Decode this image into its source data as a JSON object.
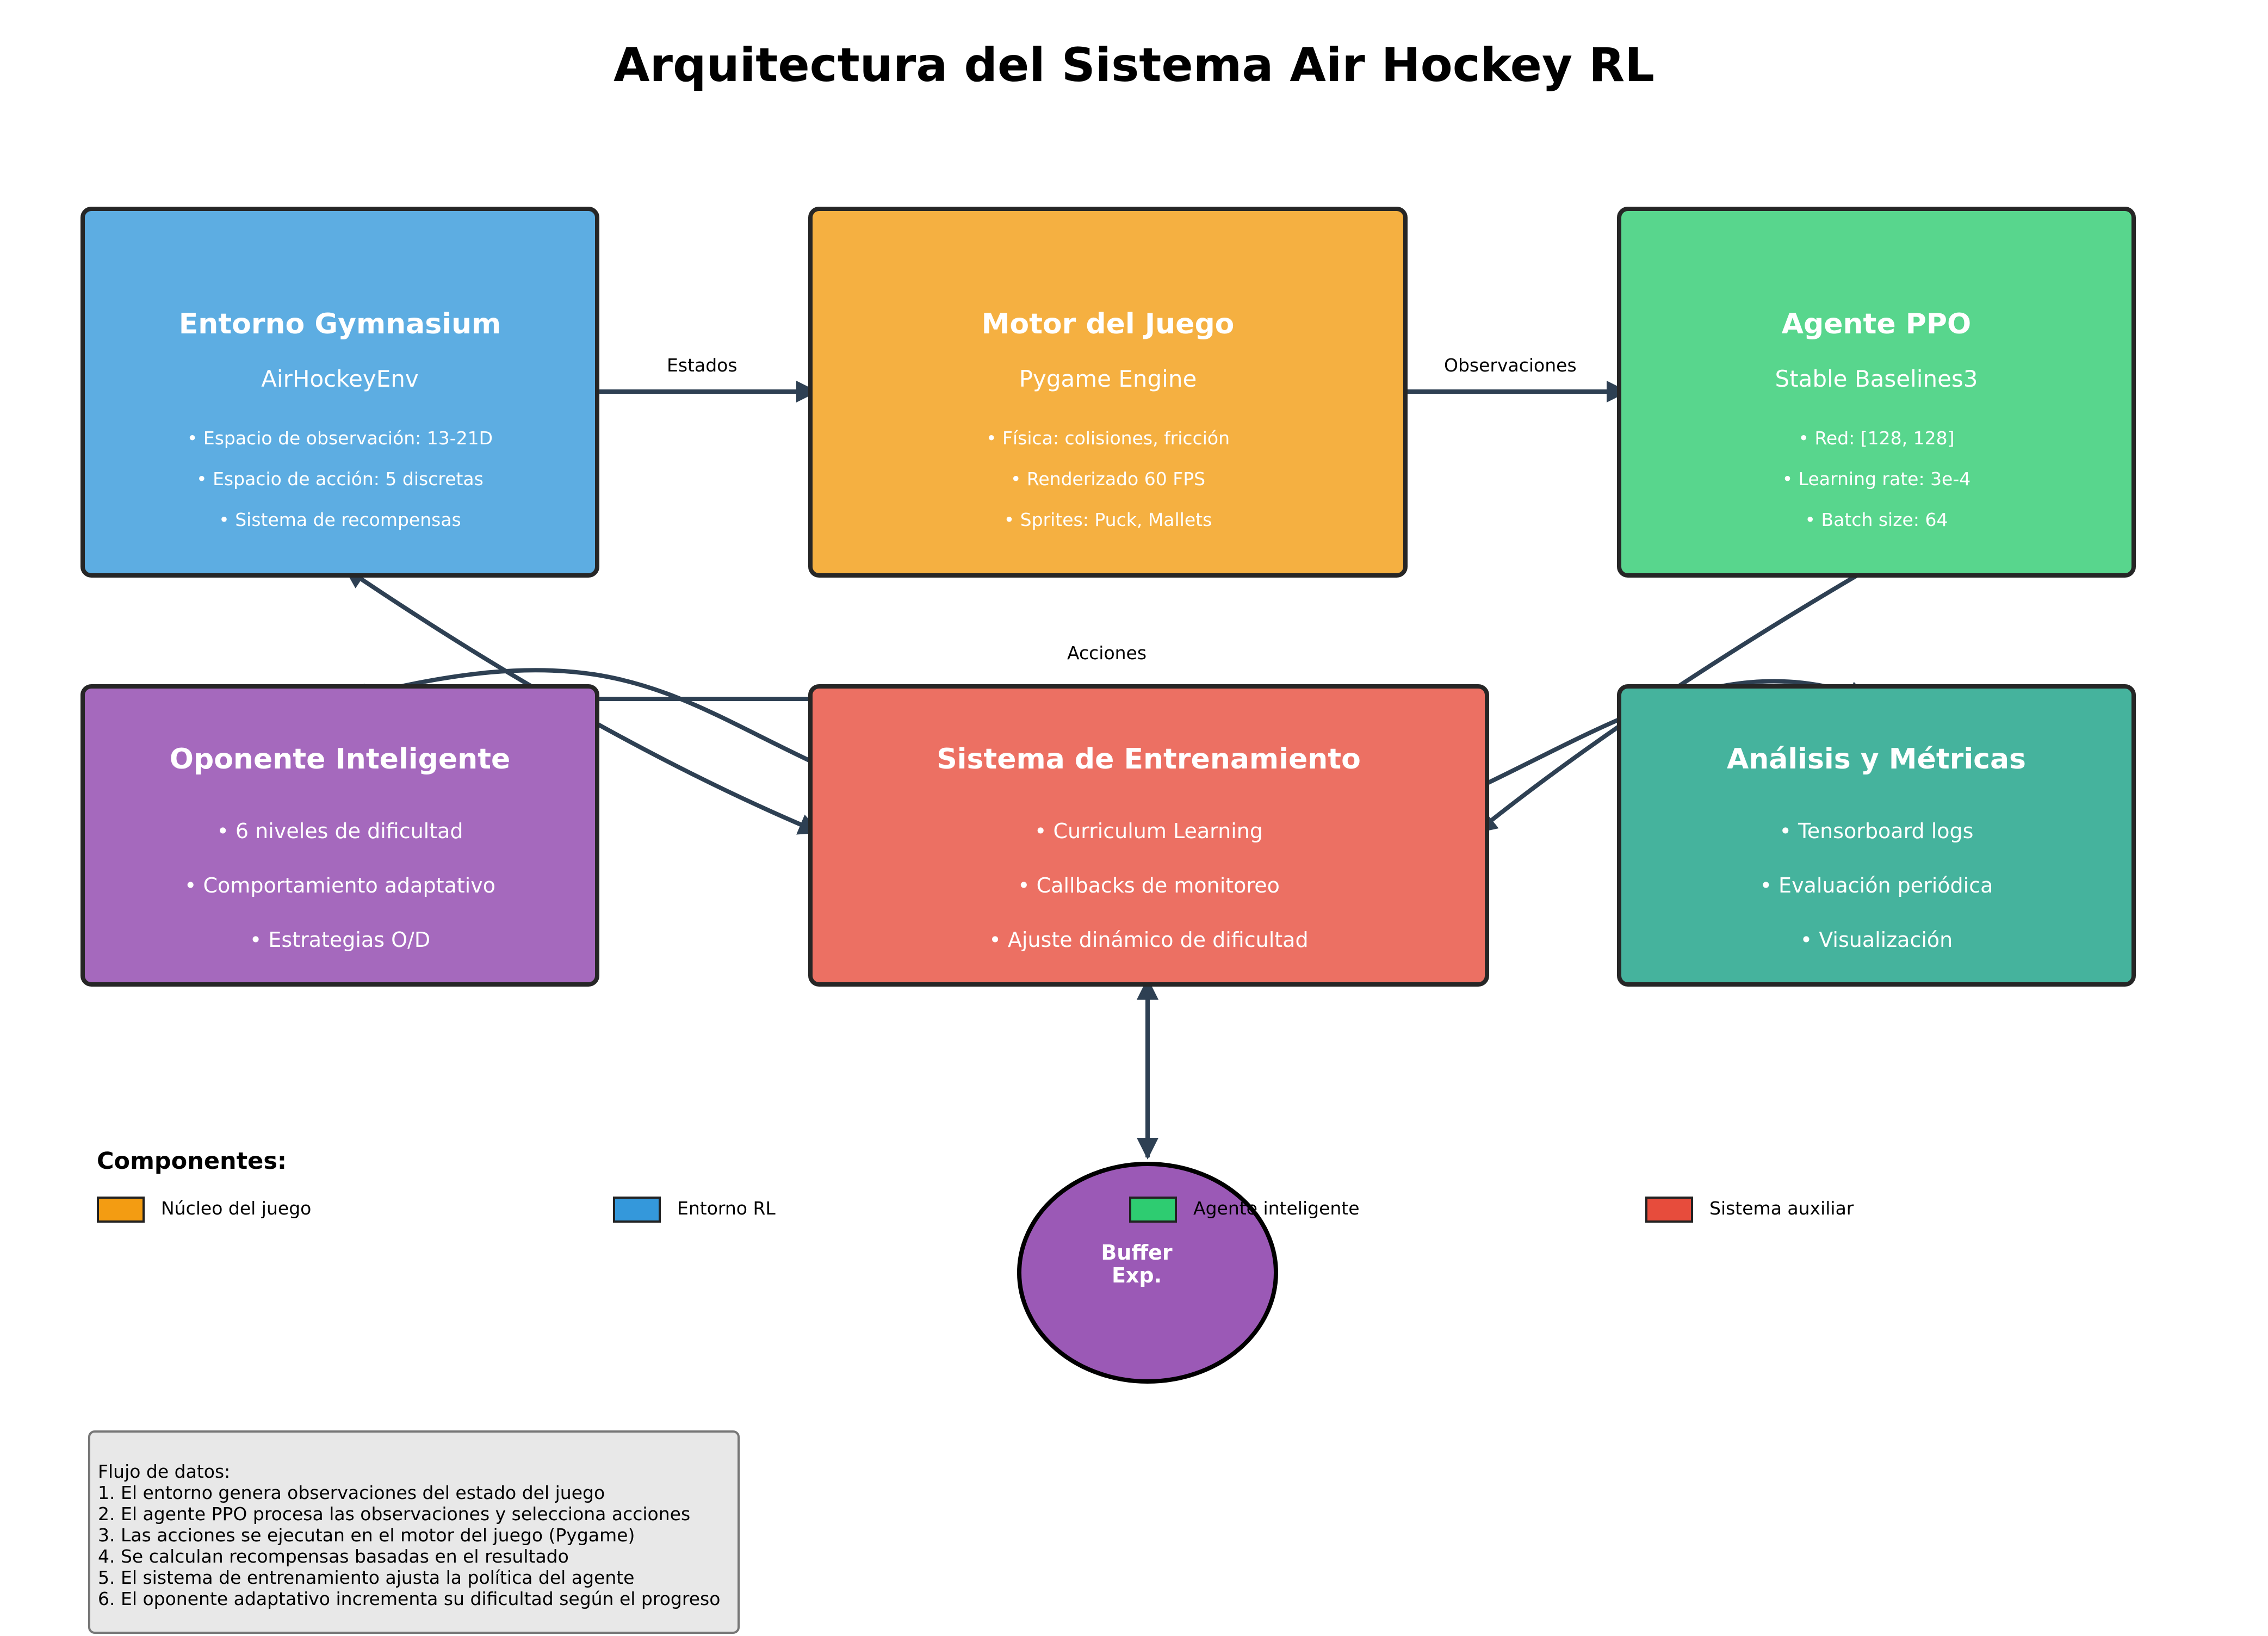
{
  "title": "Arquitectura del Sistema Air Hockey RL",
  "boxes": {
    "gym": {
      "title": "Entorno Gymnasium",
      "subtitle": "AirHockeyEnv",
      "items": [
        "• Espacio de observación: 13-21D",
        "• Espacio de acción: 5 discretas",
        "• Sistema de recompensas"
      ],
      "color": "#5DADE2"
    },
    "motor": {
      "title": "Motor del Juego",
      "subtitle": "Pygame Engine",
      "items": [
        "• Física: colisiones, fricción",
        "• Renderizado 60 FPS",
        "• Sprites: Puck, Mallets"
      ],
      "color": "#F5B041"
    },
    "ppo": {
      "title": "Agente PPO",
      "subtitle": "Stable Baselines3",
      "items": [
        "• Red: [128, 128]",
        "• Learning rate: 3e-4",
        "• Batch size: 64"
      ],
      "color": "#58D68D"
    },
    "oponente": {
      "title": "Oponente Inteligente",
      "items": [
        "• 6 niveles de dificultad",
        "• Comportamiento adaptativo",
        "• Estrategias O/D"
      ],
      "color": "#A569BD"
    },
    "entrenamiento": {
      "title": "Sistema de Entrenamiento",
      "items": [
        "• Curriculum Learning",
        "• Callbacks de monitoreo",
        "• Ajuste dinámico de dificultad"
      ],
      "color": "#EC7063"
    },
    "analisis": {
      "title": "Análisis y Métricas",
      "items": [
        "• Tensorboard logs",
        "• Evaluación periódica",
        "• Visualización"
      ],
      "color": "#45B39D"
    }
  },
  "edges": {
    "estados": "Estados",
    "observaciones": "Observaciones",
    "acciones": "Acciones",
    "color": "#2E4053"
  },
  "buffer": {
    "line1": "Buffer",
    "line2": "Exp.",
    "color": "#9B59B6"
  },
  "legend": {
    "title": "Componentes:",
    "items": [
      {
        "label": "Núcleo del juego",
        "color": "#F39C12"
      },
      {
        "label": "Entorno RL",
        "color": "#3498DB"
      },
      {
        "label": "Agente inteligente",
        "color": "#2ECC71"
      },
      {
        "label": "Sistema auxiliar",
        "color": "#E74C3C"
      }
    ]
  },
  "flow": {
    "title": "Flujo de datos:",
    "steps": [
      "1. El entorno genera observaciones del estado del juego",
      "2. El agente PPO procesa las observaciones y selecciona acciones",
      "3. Las acciones se ejecutan en el motor del juego (Pygame)",
      "4. Se calculan recompensas basadas en el resultado",
      "5. El sistema de entrenamiento ajusta la política del agente",
      "6. El oponente adaptativo incrementa su dificultad según el progreso"
    ]
  }
}
